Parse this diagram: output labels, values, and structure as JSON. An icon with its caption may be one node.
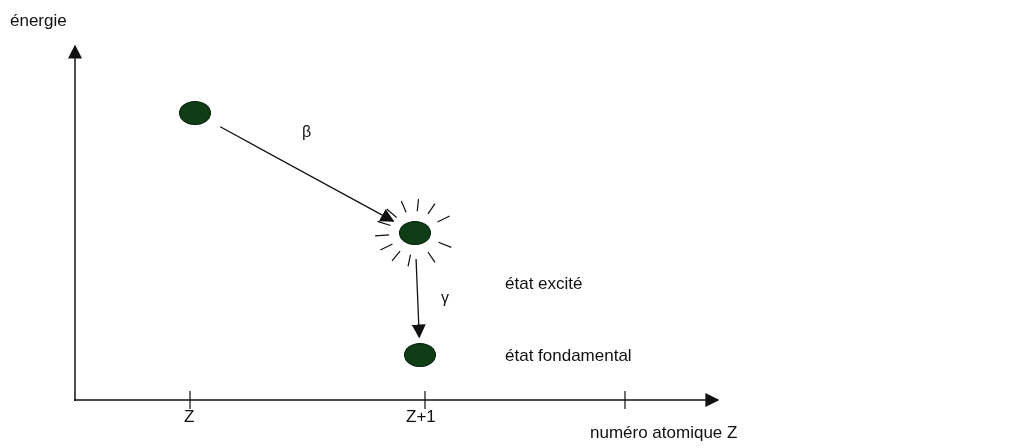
{
  "diagram": {
    "nodes": [
      {
        "text": [],
        "shape": "circle"
      },
      {
        "text": [],
        "shape": "circle"
      },
      {
        "text": [],
        "shape": "circle"
      }
    ],
    "edges": [
      {
        "from": 0,
        "to": 1,
        "arrow": "to",
        "label": "β"
      },
      {
        "from": 1,
        "to": 2,
        "arrow": "to",
        "label": "γ"
      }
    ],
    "labels": [
      "énergie",
      "état excité",
      "état fondamental",
      "Z",
      "Z+1",
      "numéro atomique Z"
    ]
  }
}
